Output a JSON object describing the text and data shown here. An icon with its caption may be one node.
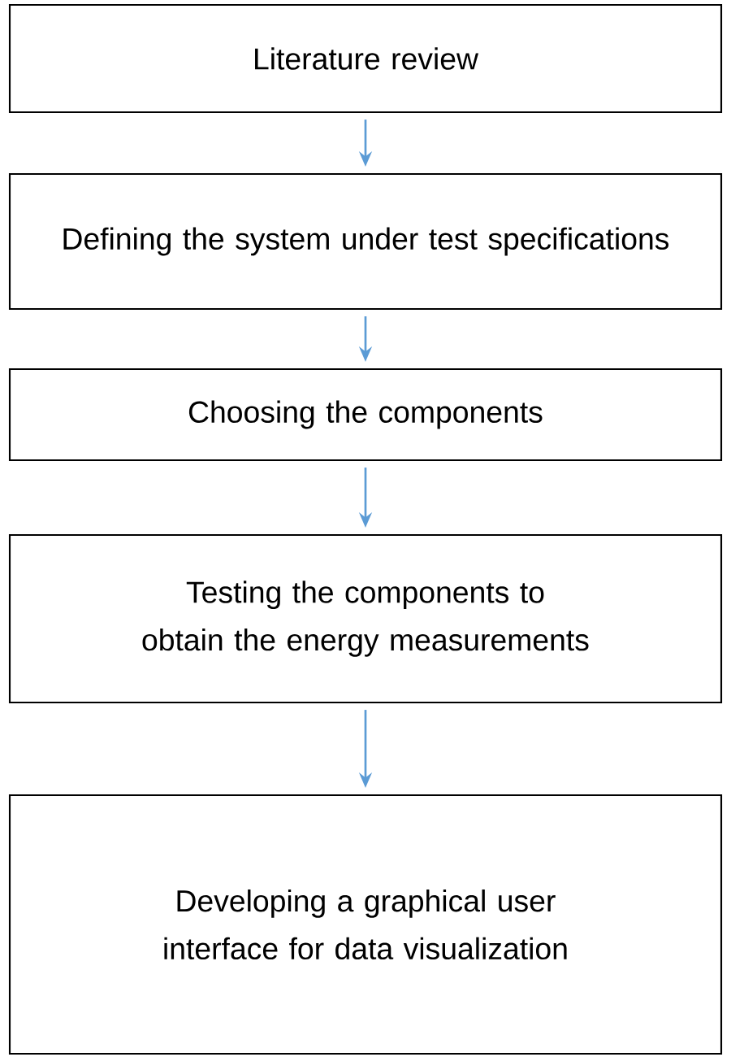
{
  "diagram": {
    "nodes": [
      {
        "text": [
          "Literature review"
        ]
      },
      {
        "text": [
          "Defining the system under test specifications"
        ]
      },
      {
        "text": [
          "Choosing the components"
        ]
      },
      {
        "text": [
          "Testing the components to obtain the energy measurements"
        ]
      },
      {
        "text": [
          "Developing a graphical user interface for data visualization"
        ]
      }
    ],
    "edges": [
      {
        "from": 0,
        "to": 1,
        "arrow": "to"
      },
      {
        "from": 1,
        "to": 2,
        "arrow": "to"
      },
      {
        "from": 2,
        "to": 3,
        "arrow": "to"
      },
      {
        "from": 3,
        "to": 4,
        "arrow": "to"
      }
    ]
  }
}
